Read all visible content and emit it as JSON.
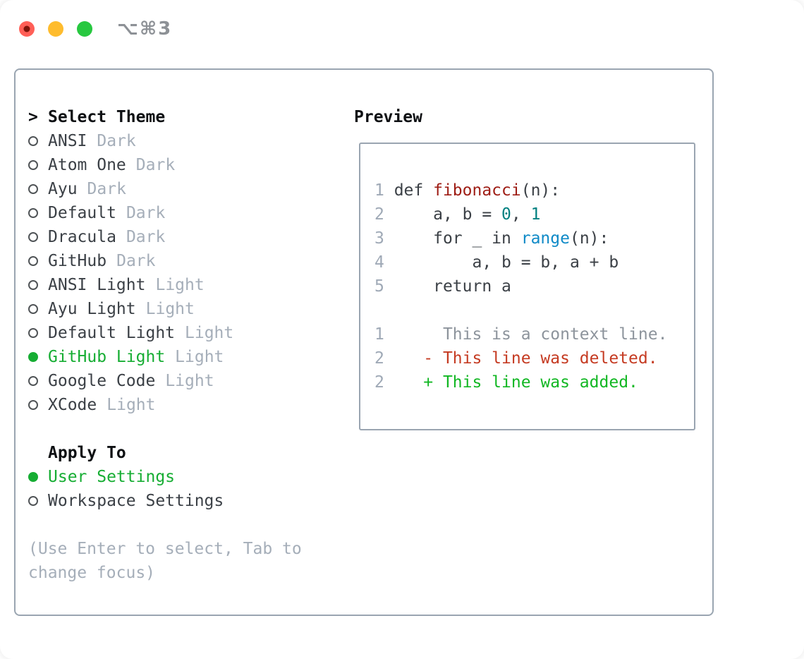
{
  "window": {
    "title": "⌥⌘3",
    "controls": [
      {
        "name": "close",
        "icon": "red-circle-icon"
      },
      {
        "name": "minimize",
        "icon": "yellow-circle-icon"
      },
      {
        "name": "zoom",
        "icon": "green-circle-icon"
      }
    ]
  },
  "theme_list": {
    "prompt": ">",
    "title": "Select Theme",
    "items": [
      {
        "label": "ANSI",
        "tag": "Dark",
        "selected": false
      },
      {
        "label": "Atom One",
        "tag": "Dark",
        "selected": false
      },
      {
        "label": "Ayu",
        "tag": "Dark",
        "selected": false
      },
      {
        "label": "Default",
        "tag": "Dark",
        "selected": false
      },
      {
        "label": "Dracula",
        "tag": "Dark",
        "selected": false
      },
      {
        "label": "GitHub",
        "tag": "Dark",
        "selected": false
      },
      {
        "label": "ANSI Light",
        "tag": "Light",
        "selected": false
      },
      {
        "label": "Ayu Light",
        "tag": "Light",
        "selected": false
      },
      {
        "label": "Default Light",
        "tag": "Light",
        "selected": false
      },
      {
        "label": "GitHub Light",
        "tag": "Light",
        "selected": true
      },
      {
        "label": "Google Code",
        "tag": "Light",
        "selected": false
      },
      {
        "label": "XCode",
        "tag": "Light",
        "selected": false
      }
    ]
  },
  "apply_to": {
    "title": "Apply To",
    "items": [
      {
        "label": "User Settings",
        "selected": true
      },
      {
        "label": "Workspace Settings",
        "selected": false
      }
    ]
  },
  "hint": "(Use Enter to select, Tab to change focus)",
  "preview": {
    "title": "Preview",
    "lines": [
      {
        "num": "1",
        "tokens": [
          {
            "t": "def ",
            "c": "d"
          },
          {
            "t": "fibonacci",
            "c": "title"
          },
          {
            "t": "(n):",
            "c": "d"
          }
        ]
      },
      {
        "num": "2",
        "tokens": [
          {
            "t": "    a, b = ",
            "c": "d"
          },
          {
            "t": "0",
            "c": "num"
          },
          {
            "t": ", ",
            "c": "d"
          },
          {
            "t": "1",
            "c": "num"
          }
        ]
      },
      {
        "num": "3",
        "tokens": [
          {
            "t": "    for _ in ",
            "c": "d"
          },
          {
            "t": "range",
            "c": "builtin"
          },
          {
            "t": "(n):",
            "c": "d"
          }
        ]
      },
      {
        "num": "4",
        "tokens": [
          {
            "t": "        a, b = b, a + b",
            "c": "d"
          }
        ]
      },
      {
        "num": "5",
        "tokens": [
          {
            "t": "    return a",
            "c": "d"
          }
        ]
      },
      {
        "blank": true
      },
      {
        "num": "1",
        "tokens": [
          {
            "t": "     This is a context line.",
            "c": "context"
          }
        ]
      },
      {
        "num": "2",
        "tokens": [
          {
            "t": "   - This line was deleted.",
            "c": "deleted"
          }
        ]
      },
      {
        "num": "2",
        "tokens": [
          {
            "t": "   + This line was added.",
            "c": "added"
          }
        ]
      }
    ]
  },
  "colors": {
    "accent_green": "#16ad33",
    "added_green": "#12b723",
    "deleted_red": "#c53b22",
    "code_title_red": "#9e1d15",
    "number_teal": "#008080",
    "builtin_blue": "#0f8ac7",
    "context_gray": "#8d949c",
    "muted_gray": "#a5aeb9",
    "lineno_gray": "#9fa9b6",
    "text_dark": "#3b4046",
    "heading_text": "#0e1013",
    "border_gray": "#9aa5b1",
    "radio_outline": "#515558",
    "titlebar_text": "#8d9196",
    "dot_red": "#ff5f57",
    "dot_red_inner": "#7e150b",
    "dot_yellow": "#febc2e",
    "dot_green": "#28c840"
  }
}
